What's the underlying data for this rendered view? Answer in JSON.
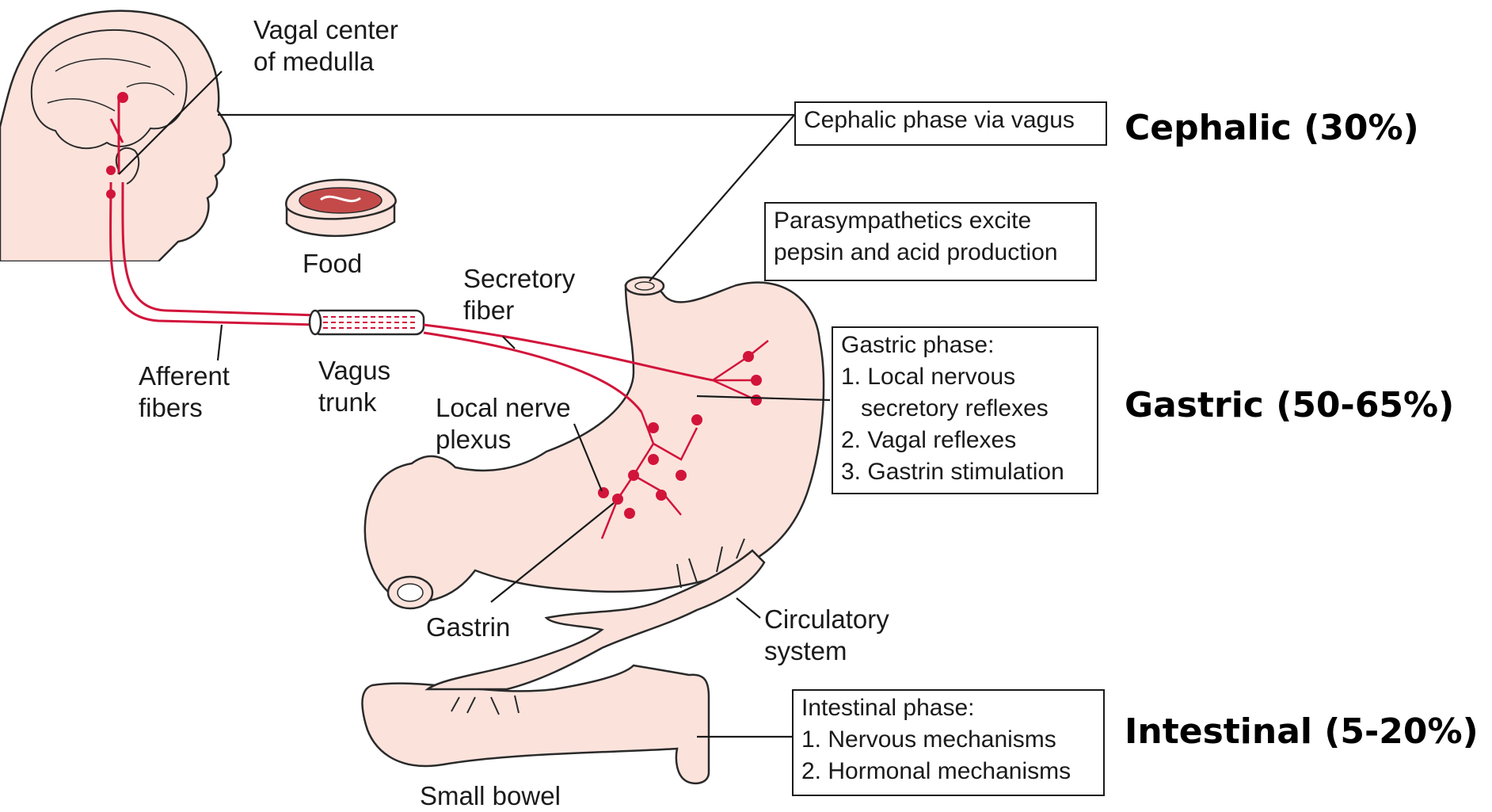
{
  "labels": {
    "vagal_center": [
      "Vagal center",
      "of medulla"
    ],
    "food": "Food",
    "secretory_fiber": [
      "Secretory",
      "fiber"
    ],
    "afferent_fibers": [
      "Afferent",
      "fibers"
    ],
    "vagus_trunk": [
      "Vagus",
      "trunk"
    ],
    "local_nerve_plexus": [
      "Local nerve",
      "plexus"
    ],
    "gastrin": "Gastrin",
    "circulatory_system": [
      "Circulatory",
      "system"
    ],
    "small_bowel": "Small bowel"
  },
  "boxes": {
    "cephalic": [
      "Cephalic phase via vagus"
    ],
    "parasympathetics": [
      "Parasympathetics excite",
      "pepsin and acid production"
    ],
    "gastric": [
      "Gastric phase:",
      "1. Local nervous",
      "   secretory reflexes",
      "2. Vagal reflexes",
      "3. Gastrin stimulation"
    ],
    "intestinal": [
      "Intestinal phase:",
      "1. Nervous mechanisms",
      "2. Hormonal mechanisms"
    ]
  },
  "phases": {
    "cephalic": "Cephalic (30%)",
    "gastric": "Gastric (50-65%)",
    "intestinal": "Intestinal (5-20%)"
  },
  "colors": {
    "tissue": "#fbe3dc",
    "outline": "#2a2a2a",
    "nerve": "#d2143a",
    "line": "#1a1a1a"
  }
}
